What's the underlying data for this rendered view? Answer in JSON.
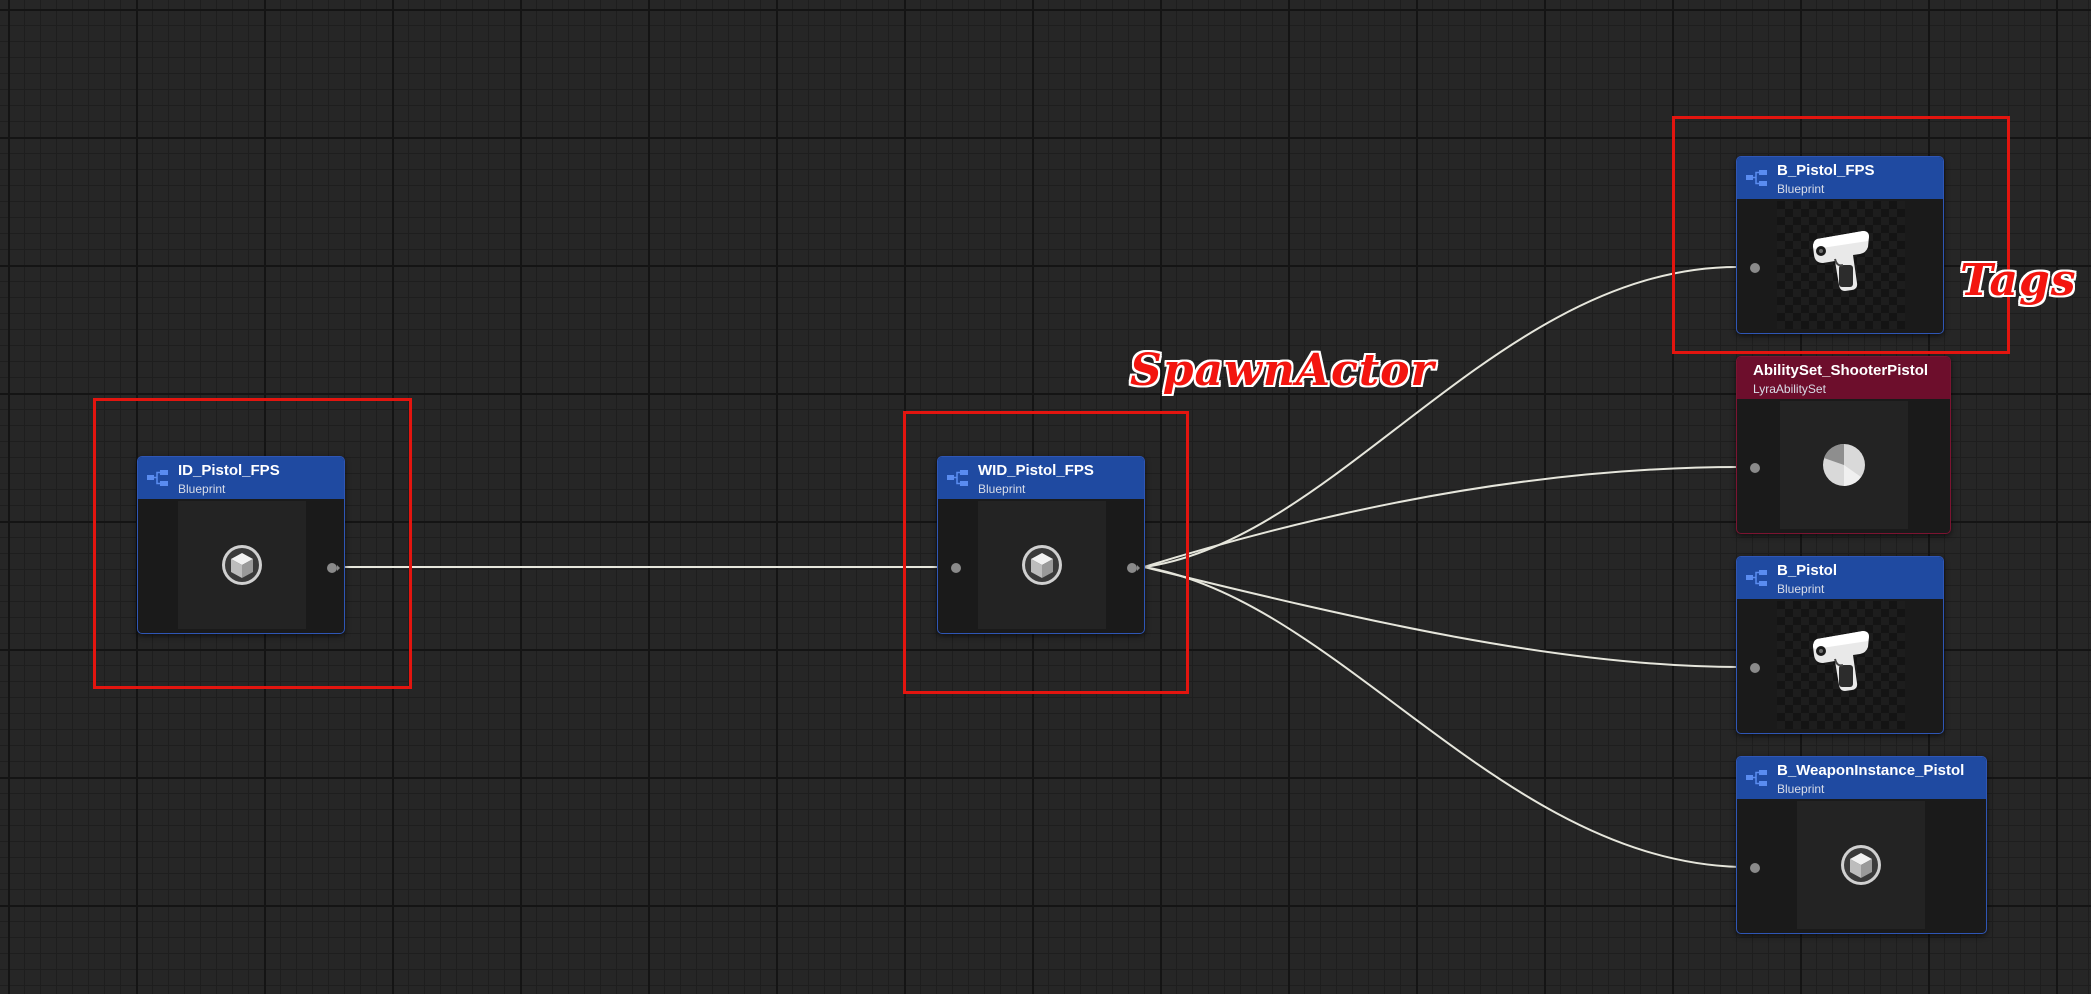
{
  "graph": {
    "nodes": {
      "id_pistol_fps": {
        "title": "ID_Pistol_FPS",
        "subtitle": "Blueprint",
        "thumbnail": "blueprint-cube-icon"
      },
      "wid_pistol_fps": {
        "title": "WID_Pistol_FPS",
        "subtitle": "Blueprint",
        "thumbnail": "blueprint-cube-icon"
      },
      "b_pistol_fps": {
        "title": "B_Pistol_FPS",
        "subtitle": "Blueprint",
        "thumbnail": "pistol-icon"
      },
      "ability_set": {
        "title": "AbilitySet_ShooterPistol",
        "subtitle": "LyraAbilitySet",
        "thumbnail": "pie-icon"
      },
      "b_pistol": {
        "title": "B_Pistol",
        "subtitle": "Blueprint",
        "thumbnail": "pistol-icon"
      },
      "b_weapon_instance": {
        "title": "B_WeaponInstance_Pistol",
        "subtitle": "Blueprint",
        "thumbnail": "blueprint-cube-icon"
      }
    },
    "colors": {
      "blueprint_header": "#1f4aa1",
      "ability_header": "#6d0e2c",
      "wire": "#e6e6dc",
      "annotation": "#e3150f"
    }
  },
  "annotations": {
    "spawn_actor": "SpawnActor",
    "tags": "Tags"
  }
}
